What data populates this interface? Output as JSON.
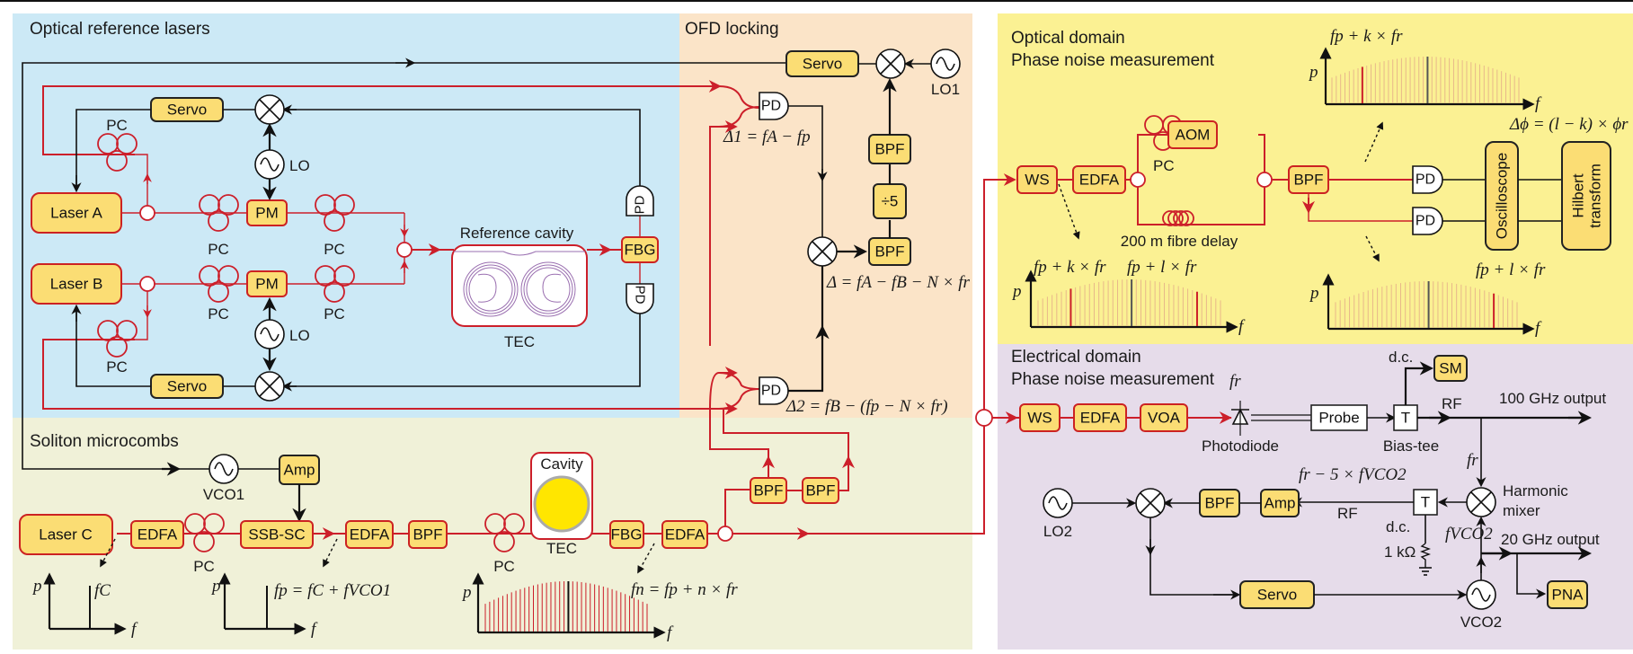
{
  "panels": {
    "optical_reference": {
      "title": "Optical reference lasers",
      "color": "#cce9f6"
    },
    "ofd_locking": {
      "title": "OFD locking",
      "color": "#fbe4c8"
    },
    "soliton": {
      "title": "Soliton microcombs",
      "color": "#f0f1d8"
    },
    "optical_domain": {
      "title_line1": "Optical domain",
      "title_line2": "Phase noise measurement",
      "color": "#fbf193"
    },
    "electrical_domain": {
      "title_line1": "Electrical domain",
      "title_line2": "Phase noise measurement",
      "color": "#e6dcea"
    }
  },
  "colors": {
    "fibre": "#cc1f2a",
    "component_fill": "#fbdd74",
    "electrical": "#111111"
  },
  "reference": {
    "laser_a": "Laser A",
    "laser_b": "Laser B",
    "servo_top": "Servo",
    "servo_bottom": "Servo",
    "lo_top": "LO",
    "lo_bottom": "LO",
    "pm": "PM",
    "pc": "PC",
    "cavity_label": "Reference cavity",
    "tec": "TEC",
    "fbg": "FBG",
    "pd": "PD"
  },
  "ofd": {
    "servo": "Servo",
    "lo1": "LO1",
    "bpf": "BPF",
    "div": "÷5",
    "pd": "PD",
    "delta1": "Δ1 = fA − fp",
    "delta": "Δ = fA − fB − N × fr",
    "delta2": "Δ2 = fB − (fp − N × fr)"
  },
  "soliton": {
    "vco1": "VCO1",
    "amp": "Amp",
    "laser_c": "Laser C",
    "edfa": "EDFA",
    "ssb": "SSB-SC",
    "bpf": "BPF",
    "pc": "PC",
    "cavity": "Cavity",
    "tec": "TEC",
    "fbg": "FBG",
    "spec1_label": "fC",
    "spec2_label": "fp = fC + fVCO1",
    "spec3_label": "fn = fp + n × fr",
    "axis_p": "p",
    "axis_f": "f"
  },
  "optical_domain": {
    "ws": "WS",
    "edfa": "EDFA",
    "aom": "AOM",
    "pc": "PC",
    "delay": "200 m fibre delay",
    "bpf": "BPF",
    "pd": "PD",
    "oscilloscope": "Oscilloscope",
    "hilbert_1": "Hilbert",
    "hilbert_2": "transform",
    "phase": "Δϕ = (l − k) × ϕr",
    "spec_top_label": "fp + k × fr",
    "spec_left_label_k": "fp + k × fr",
    "spec_left_label_l": "fp + l × fr",
    "spec_right_label": "fp + l × fr"
  },
  "electrical_domain": {
    "ws": "WS",
    "edfa": "EDFA",
    "voa": "VOA",
    "fr": "fr",
    "photodiode": "Photodiode",
    "probe": "Probe",
    "t": "T",
    "bias_tee": "Bias-tee",
    "dc": "d.c.",
    "sm": "SM",
    "rf": "RF",
    "out100": "100 GHz output",
    "harmonic_1": "Harmonic",
    "harmonic_2": "mixer",
    "mix_label": "fr − 5 × fVCO2",
    "fvco2": "fVCO2",
    "amp": "Amp",
    "bpf": "BPF",
    "lo2": "LO2",
    "servo": "Servo",
    "vco2": "VCO2",
    "pna": "PNA",
    "out20": "20 GHz output",
    "resistor": "1 kΩ"
  }
}
